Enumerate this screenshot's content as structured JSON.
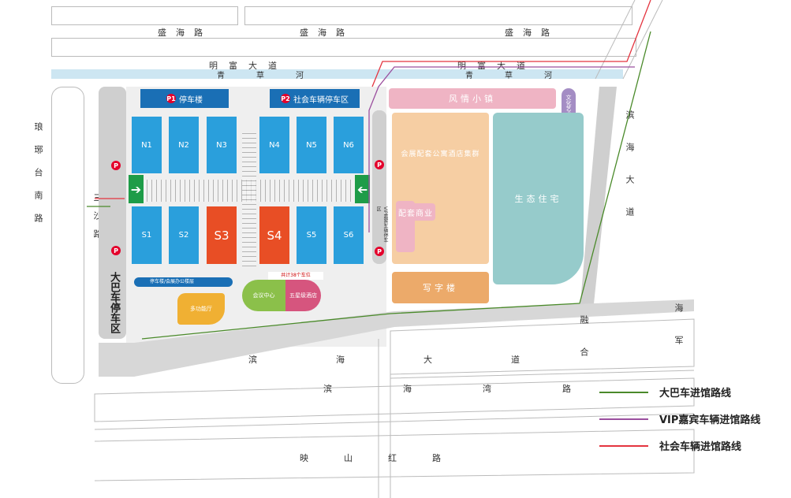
{
  "roads": {
    "shenghai": "盛海路",
    "mingfu": "明富大道",
    "qingcao": "青草河",
    "langya": "琅琊台南路",
    "sansha": "三沙路",
    "binhai_avenue": "滨海大道",
    "binhaiwan": "滨海湾路",
    "yingshanhong": "映山红路",
    "haijun": "海军",
    "ronghe": "融合"
  },
  "halls": {
    "north": [
      "N1",
      "N2",
      "N3",
      "N4",
      "N5",
      "N6"
    ],
    "south": [
      "S1",
      "S2",
      "S3",
      "S4",
      "S5",
      "S6"
    ]
  },
  "parking": {
    "p1_badge": "P1",
    "p1_label": "停车楼",
    "p2_badge": "P2",
    "p2_label": "社会车辆停车区",
    "p": "P",
    "bus": "大巴车停车区",
    "vip": "VIP嘉宾车辆停车区",
    "spaces": "共计38个车位",
    "office_floor": "停车楼/会展办公楼层"
  },
  "zones": {
    "town": "风情小镇",
    "culture": "文化艺术中心",
    "apartment": "会展配套公寓酒店集群",
    "eco": "生态住宅",
    "commerce": "配套商业",
    "office": "写字楼",
    "multi": "多功能厅",
    "conference": "会议中心",
    "hotel": "五星级酒店"
  },
  "legend": [
    {
      "label": "大巴车进馆路线",
      "color": "#4a8a2a"
    },
    {
      "label": "VIP嘉宾车辆进馆路线",
      "color": "#9b4f9e"
    },
    {
      "label": "社会车辆进馆路线",
      "color": "#e4343f"
    }
  ]
}
